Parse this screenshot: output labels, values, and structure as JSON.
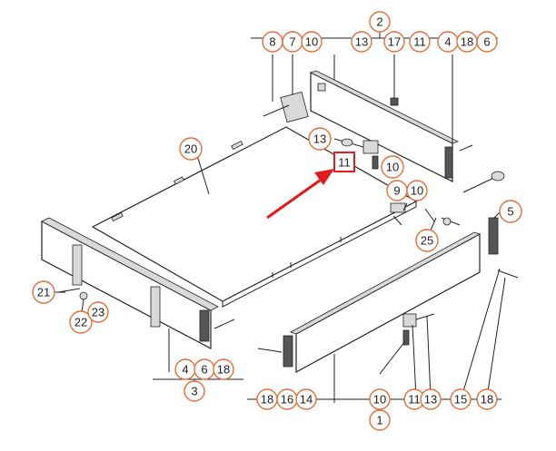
{
  "diagram": {
    "callouts": [
      {
        "id": "c2-top",
        "label": "2"
      },
      {
        "id": "c8",
        "label": "8"
      },
      {
        "id": "c7",
        "label": "7"
      },
      {
        "id": "c10-top",
        "label": "10"
      },
      {
        "id": "c13-top",
        "label": "13"
      },
      {
        "id": "c17",
        "label": "17"
      },
      {
        "id": "c11-top",
        "label": "11"
      },
      {
        "id": "c4-top",
        "label": "4"
      },
      {
        "id": "c18-top",
        "label": "18"
      },
      {
        "id": "c6-top",
        "label": "6"
      },
      {
        "id": "c20",
        "label": "20"
      },
      {
        "id": "c13-mid",
        "label": "13"
      },
      {
        "id": "c10-mid",
        "label": "10"
      },
      {
        "id": "c9",
        "label": "9"
      },
      {
        "id": "c10-right",
        "label": "10"
      },
      {
        "id": "c25",
        "label": "25"
      },
      {
        "id": "c5",
        "label": "5"
      },
      {
        "id": "c21",
        "label": "21"
      },
      {
        "id": "c22",
        "label": "22"
      },
      {
        "id": "c23",
        "label": "23"
      },
      {
        "id": "c4-bot",
        "label": "4"
      },
      {
        "id": "c6-bot",
        "label": "6"
      },
      {
        "id": "c18-bot",
        "label": "18"
      },
      {
        "id": "c3",
        "label": "3"
      },
      {
        "id": "c18-b2",
        "label": "18"
      },
      {
        "id": "c16",
        "label": "16"
      },
      {
        "id": "c14",
        "label": "14"
      },
      {
        "id": "c10-bot",
        "label": "10"
      },
      {
        "id": "c11-bot",
        "label": "11"
      },
      {
        "id": "c13-bot",
        "label": "13"
      },
      {
        "id": "c15",
        "label": "15"
      },
      {
        "id": "c18-b3",
        "label": "18"
      },
      {
        "id": "c1",
        "label": "1"
      }
    ],
    "highlight": {
      "label": "11",
      "color": "#e01b1b"
    },
    "callout_color": "#e0703a"
  }
}
